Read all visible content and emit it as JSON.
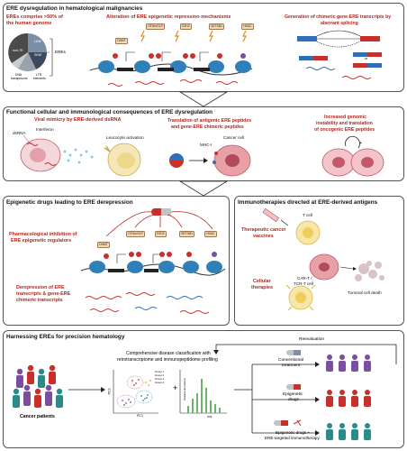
{
  "panel1": {
    "title": "ERE dysregulation in hematological malignancies",
    "claim_line1": "EREs comprise >50% of",
    "claim_line2": "the human genome",
    "pie_labels": {
      "line": "LINE",
      "sine": "SINE",
      "non_te": "non-TE",
      "dna": "DNA",
      "dna2": "transposons",
      "ltr": "LTR",
      "ltr2": "elements",
      "eres": "EREs"
    },
    "alteration_title": "Alteration of ERE epigenetic repression mechanisms",
    "regulators": [
      "DNMT",
      "GFI1b/GLP",
      "EZH2",
      "SETDB1",
      "HDAC"
    ],
    "chimeric_line1": "Generation of chimeric gene-ERE transcripts by",
    "chimeric_line2": "aberrant splicing",
    "or_text": "or"
  },
  "panel2": {
    "title": "Functional cellular and immunological consequences of ERE dysregulation",
    "viral_line1": "Viral mimicry by ERE-derived dsRNA",
    "dsrna": "dsRNA",
    "interferon": "Interferon",
    "leukocyte": "Leucocyte activation",
    "translation_line1": "Translation of antigenic ERE peptides",
    "translation_line2": "and gene-ERE chimeric peptides",
    "cancer_cell": "Cancer cell",
    "mhc": "MHC-I",
    "instability_line1": "Increased genomic",
    "instability_line2": "instability and translation",
    "instability_line3": "of oncogenic ERE peptides"
  },
  "panel3": {
    "title": "Epigenetic drugs leading to ERE derepression",
    "pharma_line1": "Pharmacological inhibition of",
    "pharma_line2": "ERE epigenetic regulators",
    "regulators": [
      "DNMT",
      "GFI1b/GLP",
      "EZH2",
      "SETDB1",
      "HDAC"
    ],
    "derep_line1": "Derepression of ERE",
    "derep_line2": "transcripts & gene-ERE",
    "derep_line3": "chimeric transcripts"
  },
  "panel4": {
    "title": "Immunotherapies directed at ERE-derived antigens",
    "vaccine_line1": "Therapeutic cancer",
    "vaccine_line2": "vaccines",
    "tcell": "T cell",
    "cellular_line1": "Cellular",
    "cellular_line2": "therapies",
    "car_line1": "CAR-T /",
    "car_line2": "TCR-T cell",
    "death": "Tumoral cell death"
  },
  "panel5": {
    "title": "Harnessing EREs for precision hematology",
    "patients": "Cancer patients",
    "classif_line1": "Comprehensive disease classification with",
    "classif_line2": "retrotranscriptome and immunopeptidome profiling",
    "reevaluation": "Reevaluation",
    "pc1": "PC1",
    "pc2": "PC2",
    "groups": [
      "Group 1",
      "Group 2",
      "Group 3",
      "Group 4"
    ],
    "rel_abundance": "Relative abundance",
    "mz": "m/z",
    "plus": "+",
    "treatments": [
      {
        "line1": "Conventional",
        "line2": "treatment"
      },
      {
        "line1": "Epigenetic",
        "line2": "drugs"
      },
      {
        "line1": "Epigenetic drugs +",
        "line2": "ERE-targeted immunotherapy"
      }
    ],
    "colors": {
      "purple": "#7b4fa0",
      "red": "#c9302c",
      "teal": "#2a8b8b"
    }
  }
}
